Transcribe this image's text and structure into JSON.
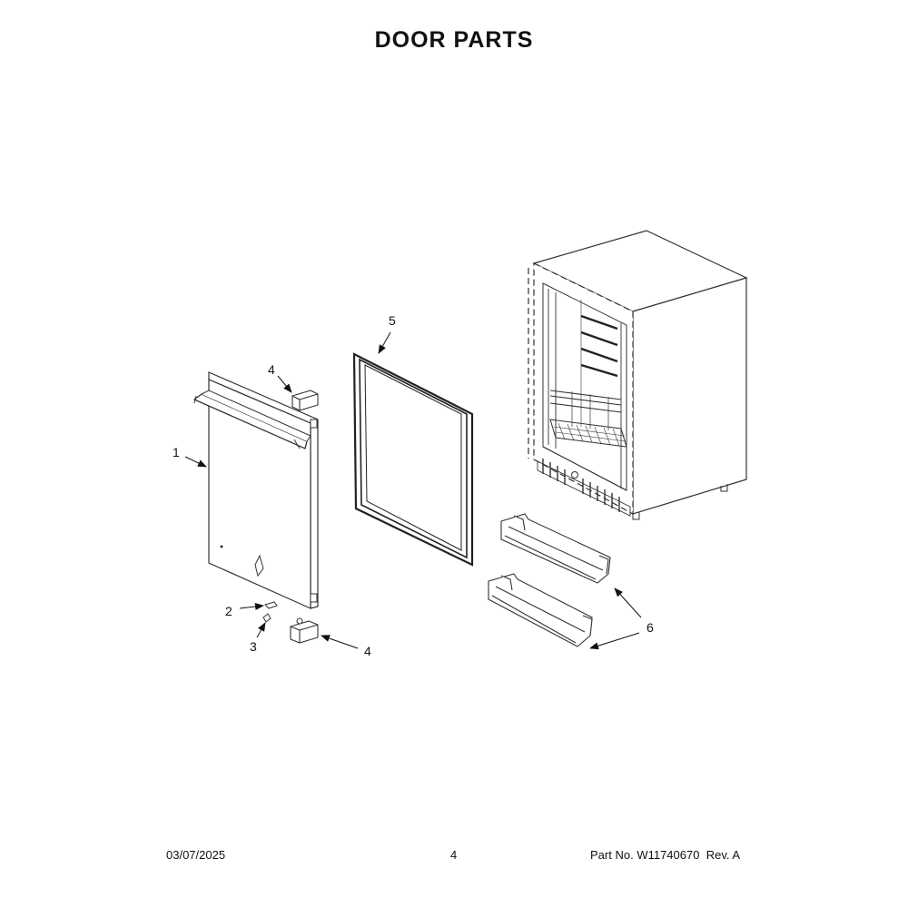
{
  "title": "DOOR PARTS",
  "footer": {
    "date": "03/07/2025",
    "page": "4",
    "part_label": "Part No.",
    "part_number": "W11740670",
    "rev_label": "Rev.",
    "rev": "A"
  },
  "callouts": {
    "c1": "1",
    "c2": "2",
    "c3": "3",
    "c4_top": "4",
    "c4_bottom": "4",
    "c5": "5",
    "c6": "6"
  }
}
